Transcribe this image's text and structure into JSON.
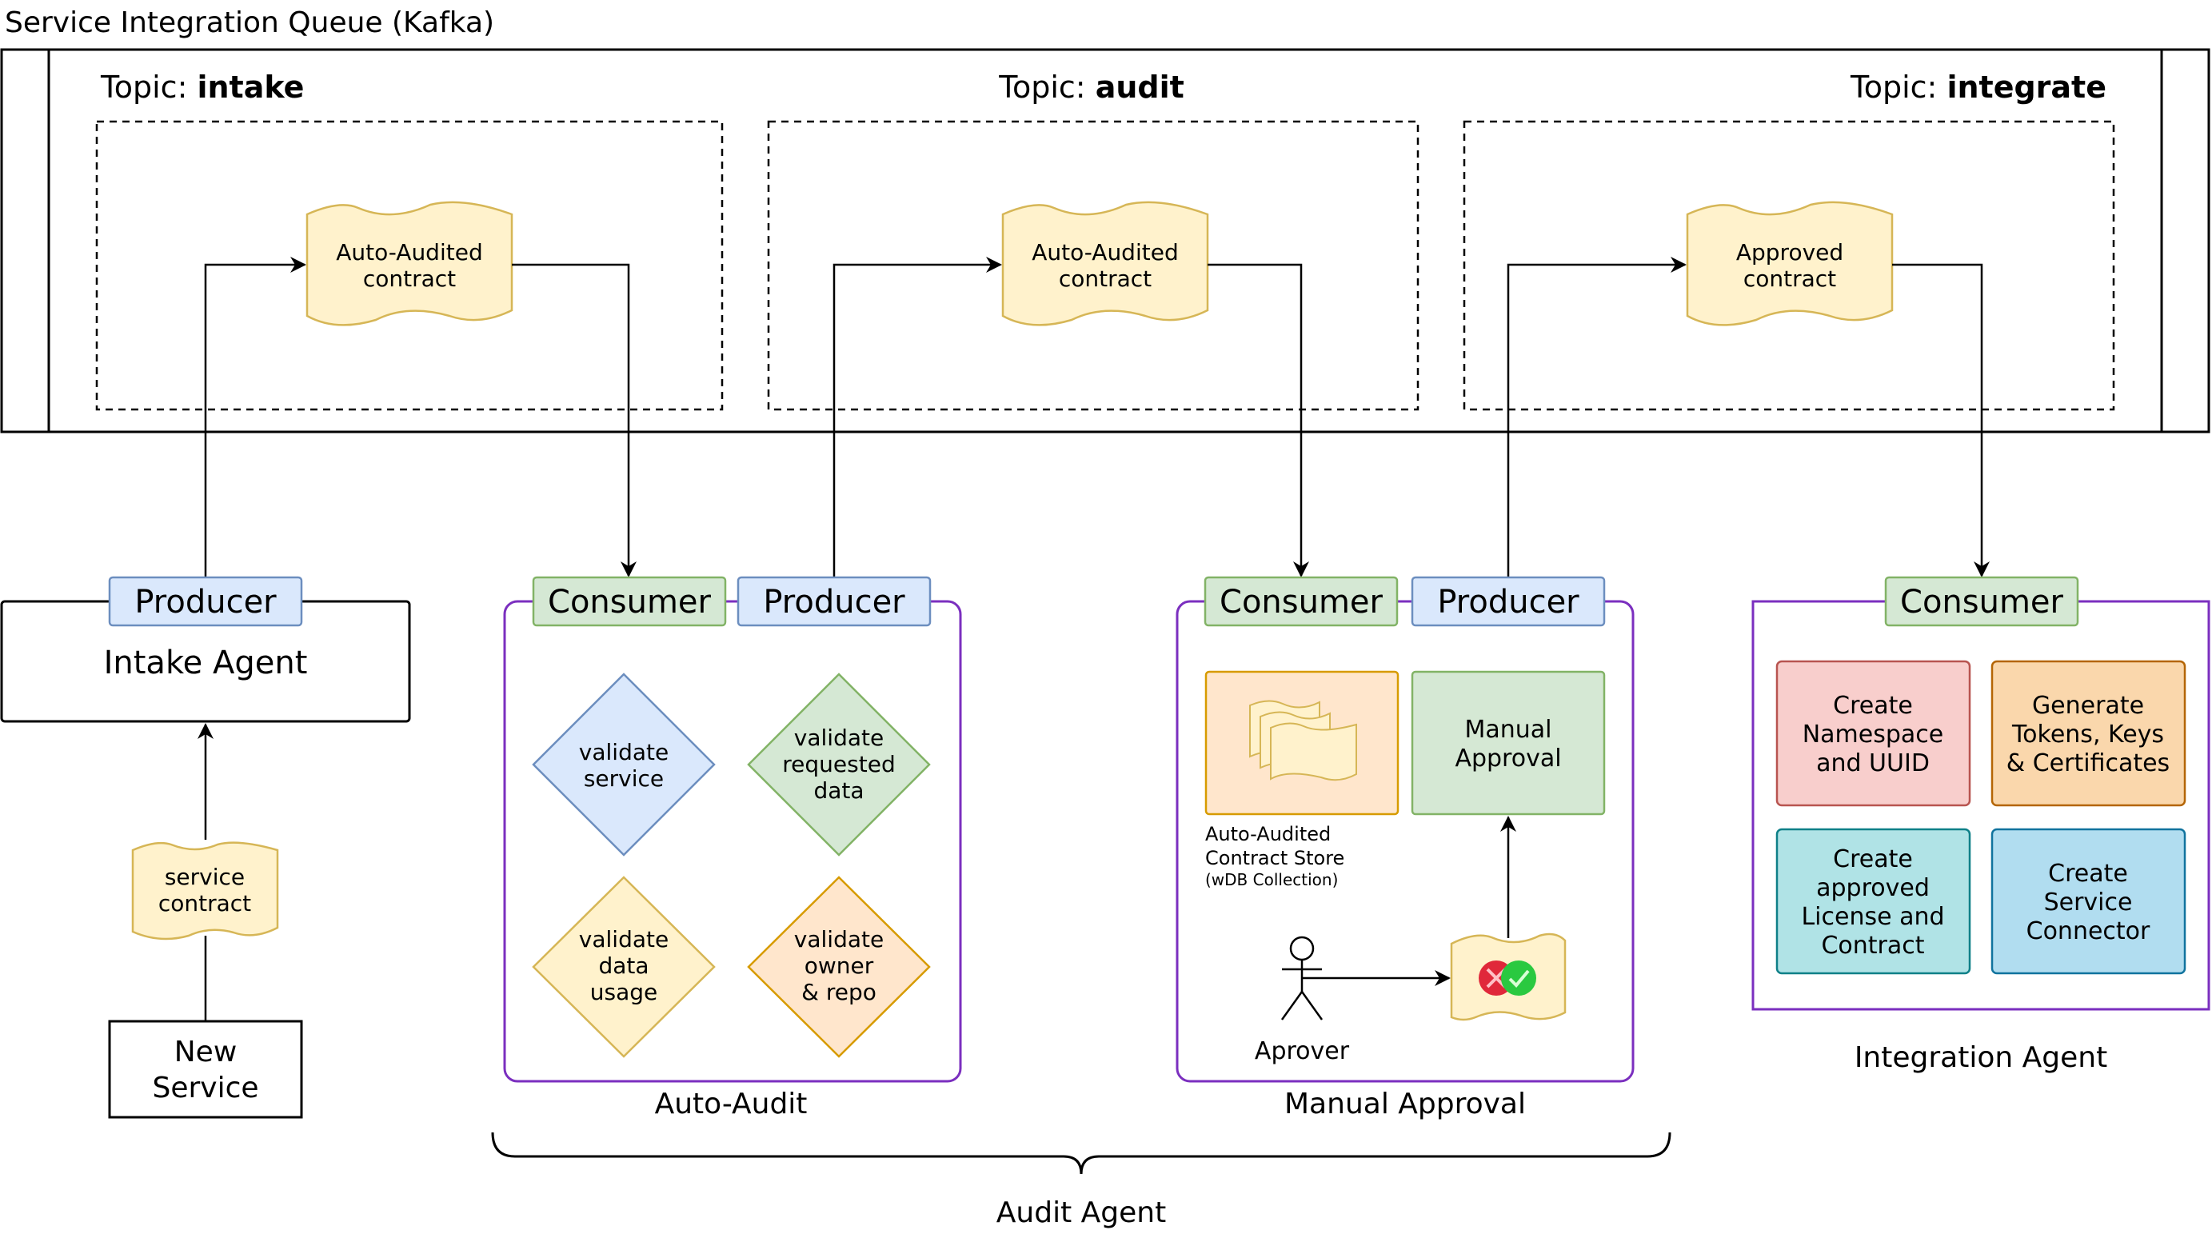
{
  "queue": {
    "title": "Service Integration Queue (Kafka)",
    "topic_prefix": "Topic: ",
    "topics": [
      "intake",
      "audit",
      "integrate"
    ],
    "messages": [
      [
        "Auto-Audited",
        "contract"
      ],
      [
        "Auto-Audited",
        "contract"
      ],
      [
        "Approved",
        "contract"
      ]
    ]
  },
  "tags": {
    "producer": "Producer",
    "consumer": "Consumer"
  },
  "intake": {
    "agent": "Intake Agent",
    "doc": [
      "service",
      "contract"
    ],
    "new_service": [
      "New",
      "Service"
    ]
  },
  "auto_audit": {
    "label": "Auto-Audit",
    "checks": [
      [
        "validate",
        "service"
      ],
      [
        "validate",
        "requested",
        "data"
      ],
      [
        "validate",
        "data",
        "usage"
      ],
      [
        "validate",
        "owner",
        "& repo"
      ]
    ]
  },
  "manual": {
    "label": "Manual Approval",
    "store": [
      "Auto-Audited",
      "Contract Store"
    ],
    "store_note": "(wDB Collection)",
    "approval": [
      "Manual",
      "Approval"
    ],
    "approver": "Aprover"
  },
  "audit_agent": "Audit Agent",
  "integration": {
    "label": "Integration Agent",
    "tasks": [
      [
        "Create",
        "Namespace",
        "and UUID"
      ],
      [
        "Generate",
        "Tokens, Keys",
        "& Certificates"
      ],
      [
        "Create",
        "approved",
        "License and",
        "Contract"
      ],
      [
        "Create",
        "Service",
        "Connector"
      ]
    ]
  },
  "colors": {
    "blue_fill": "#dae8fc",
    "blue_stroke": "#6c8ebf",
    "green_fill": "#d5e8d4",
    "green_stroke": "#82b366",
    "yellow_fill": "#fff2cc",
    "yellow_stroke": "#d6b656",
    "orange_fill": "#ffe6cc",
    "orange_stroke": "#d79b00",
    "red_fill": "#f8cecc",
    "red_stroke": "#b85450",
    "amber_fill": "#fad7ac",
    "amber_stroke": "#b46504",
    "teal_fill": "#b0e3e6",
    "teal_stroke": "#0e8088",
    "sky_fill": "#b1ddf0",
    "sky_stroke": "#10739e",
    "purple_stroke": "#7b2fbf"
  },
  "icons": [
    "arrow-icon",
    "person-icon",
    "reject-icon",
    "approve-icon",
    "document-stack-icon"
  ]
}
